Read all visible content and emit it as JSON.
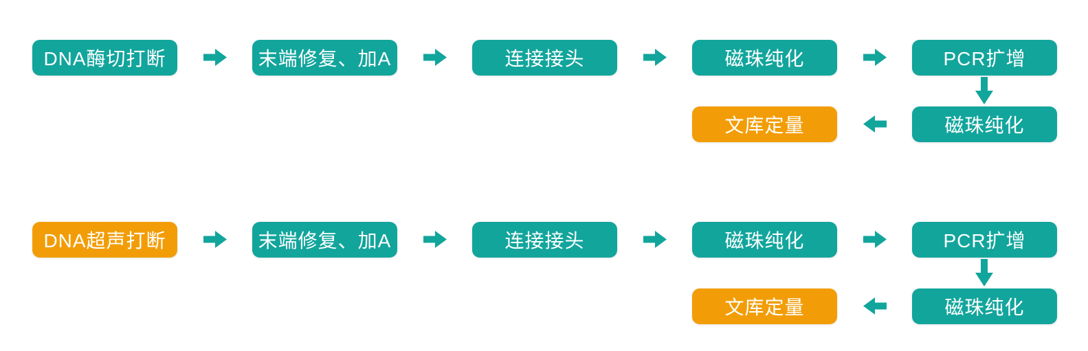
{
  "colors": {
    "teal": "#12a59c",
    "orange": "#f29d07",
    "text": "#ffffff",
    "background": "#ffffff"
  },
  "flows": [
    {
      "steps": [
        {
          "label": "DNA酶切打断",
          "color": "teal"
        },
        {
          "label": "末端修复、加A",
          "color": "teal"
        },
        {
          "label": "连接接头",
          "color": "teal"
        },
        {
          "label": "磁珠纯化",
          "color": "teal"
        },
        {
          "label": "PCR扩增",
          "color": "teal"
        },
        {
          "label": "磁珠纯化",
          "color": "teal"
        },
        {
          "label": "文库定量",
          "color": "orange"
        }
      ],
      "connections": [
        {
          "from": 0,
          "to": 1,
          "direction": "right"
        },
        {
          "from": 1,
          "to": 2,
          "direction": "right"
        },
        {
          "from": 2,
          "to": 3,
          "direction": "right"
        },
        {
          "from": 3,
          "to": 4,
          "direction": "right"
        },
        {
          "from": 4,
          "to": 5,
          "direction": "down"
        },
        {
          "from": 5,
          "to": 6,
          "direction": "left"
        }
      ]
    },
    {
      "steps": [
        {
          "label": "DNA超声打断",
          "color": "orange"
        },
        {
          "label": "末端修复、加A",
          "color": "teal"
        },
        {
          "label": "连接接头",
          "color": "teal"
        },
        {
          "label": "磁珠纯化",
          "color": "teal"
        },
        {
          "label": "PCR扩增",
          "color": "teal"
        },
        {
          "label": "磁珠纯化",
          "color": "teal"
        },
        {
          "label": "文库定量",
          "color": "orange"
        }
      ],
      "connections": [
        {
          "from": 0,
          "to": 1,
          "direction": "right"
        },
        {
          "from": 1,
          "to": 2,
          "direction": "right"
        },
        {
          "from": 2,
          "to": 3,
          "direction": "right"
        },
        {
          "from": 3,
          "to": 4,
          "direction": "right"
        },
        {
          "from": 4,
          "to": 5,
          "direction": "down"
        },
        {
          "from": 5,
          "to": 6,
          "direction": "left"
        }
      ]
    }
  ]
}
